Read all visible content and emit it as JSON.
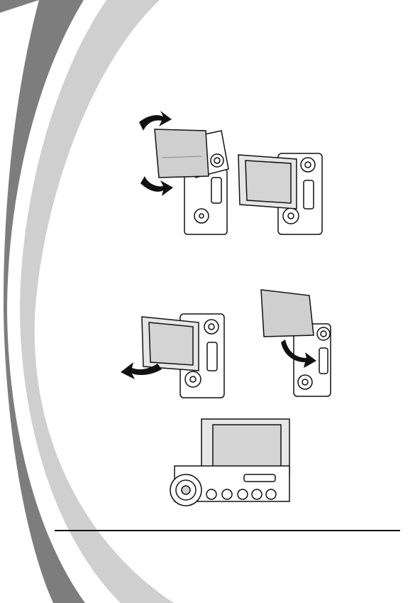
{
  "page": {
    "background": "#ffffff",
    "decoration_colors": {
      "dark": "#7d7d7d",
      "light": "#cfcfcf"
    },
    "figures": [
      {
        "name": "lcd-rotate-up-down",
        "icon": "camcorder-rotate-arrows-icon"
      },
      {
        "name": "lcd-open-flipped",
        "icon": "camcorder-open-lcd-icon"
      },
      {
        "name": "lcd-swing-outward",
        "icon": "camcorder-swing-arrow-icon"
      },
      {
        "name": "lcd-fold-back",
        "icon": "camcorder-fold-arrow-icon"
      },
      {
        "name": "camcorder-lcd-front-view",
        "icon": "camcorder-front-view-icon"
      }
    ]
  }
}
